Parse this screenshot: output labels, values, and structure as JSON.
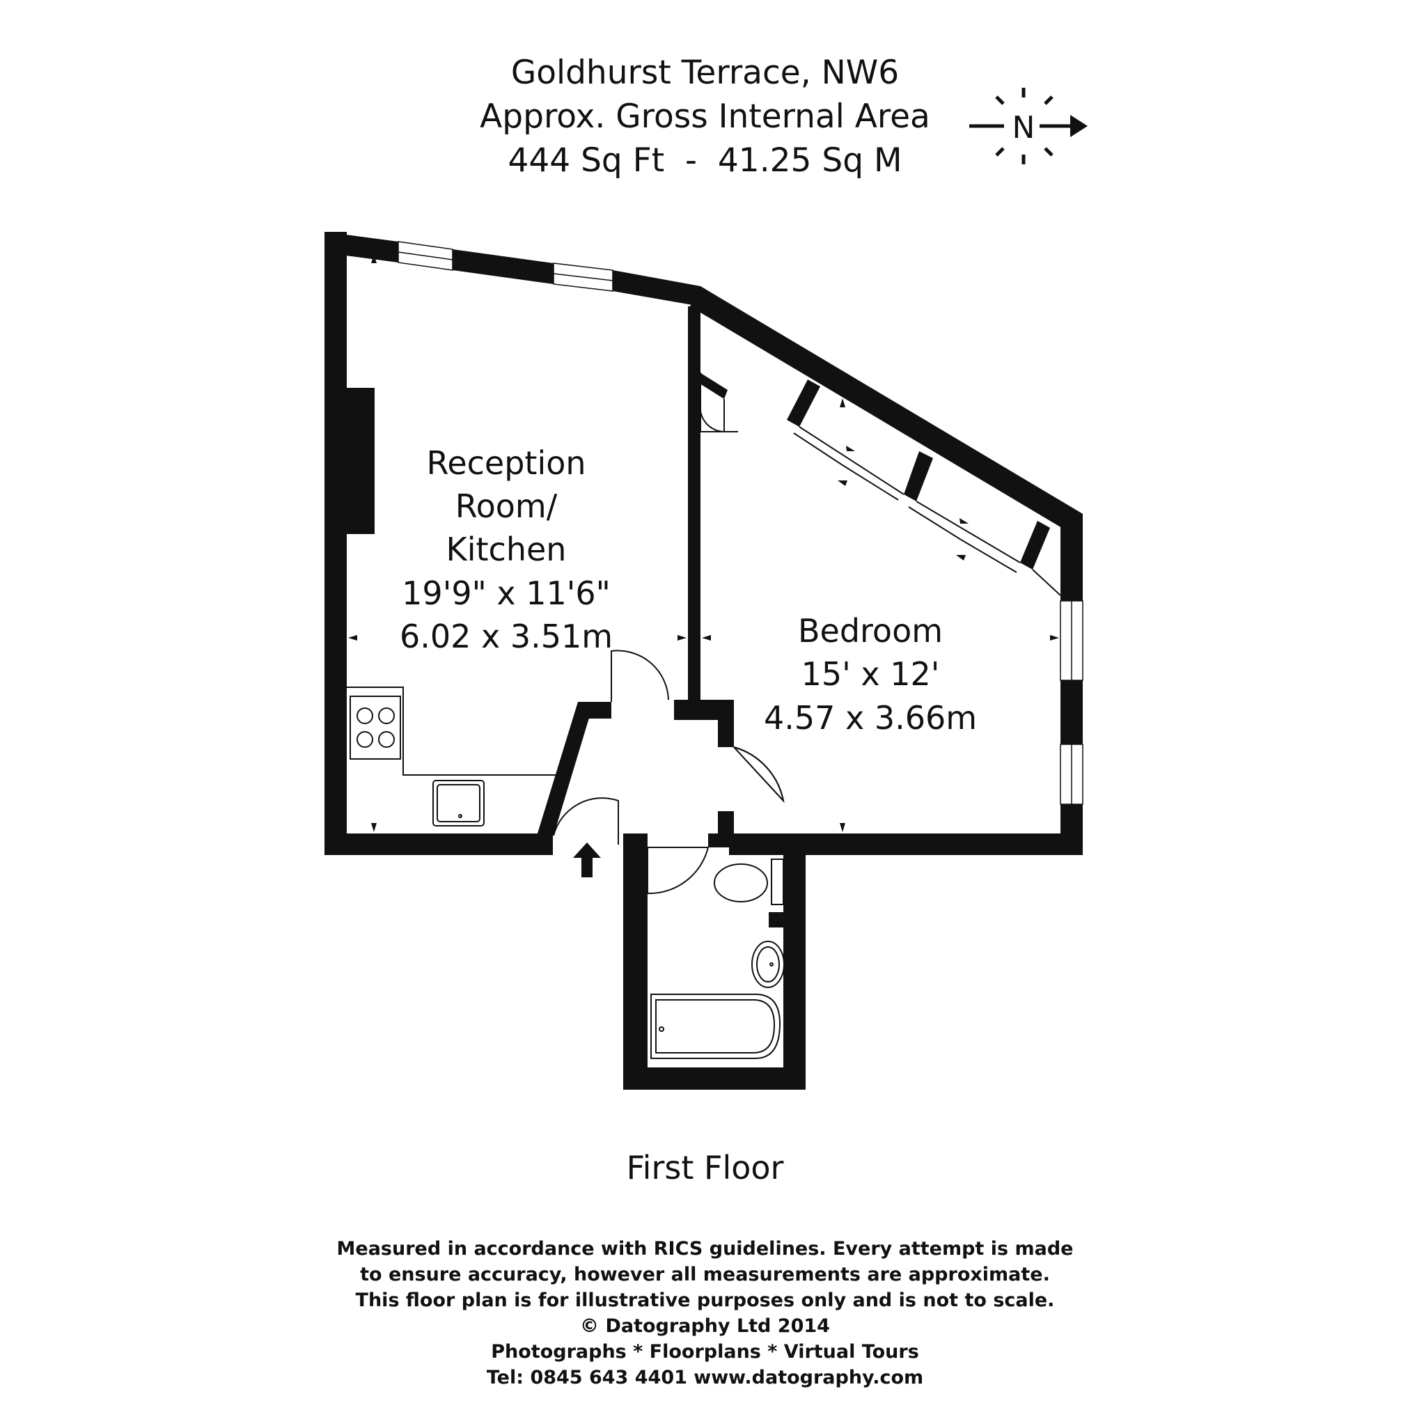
{
  "header": {
    "title": "Goldhurst Terrace, NW6",
    "subtitle": "Approx. Gross Internal Area",
    "area": "444 Sq Ft  -  41.25 Sq M"
  },
  "compass": {
    "icon": "north-arrow-icon",
    "letter": "N"
  },
  "rooms": {
    "reception": {
      "line1": "Reception",
      "line2": "Room/",
      "line3": "Kitchen",
      "imperial": "19'9\" x 11'6\"",
      "metric": "6.02 x 3.51m"
    },
    "bedroom": {
      "name": "Bedroom",
      "imperial": "15' x 12'",
      "metric": "4.57 x 3.66m"
    }
  },
  "floor_label": "First Floor",
  "disclaimer": {
    "line1": "Measured in accordance with RICS guidelines. Every attempt is made",
    "line2": "to ensure accuracy, however all measurements are approximate.",
    "line3": "This floor plan is for illustrative purposes only and is not to scale.",
    "line4": "© Datography Ltd 2014",
    "line5": "Photographs * Floorplans * Virtual Tours",
    "line6": "Tel: 0845 643 4401 www.datography.com"
  }
}
